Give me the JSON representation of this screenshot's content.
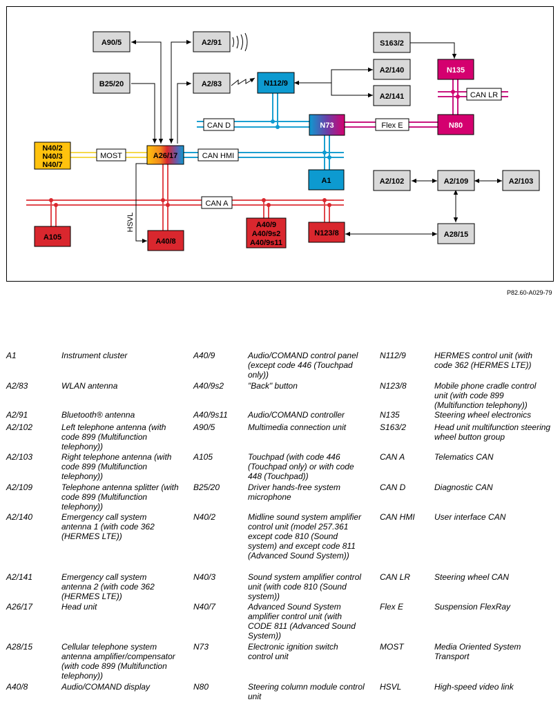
{
  "diagram": {
    "reference": "P82.60-A029-79",
    "modules": {
      "a90_5": "A90/5",
      "a2_91": "A2/91",
      "b25_20": "B25/20",
      "a2_83": "A2/83",
      "n112_9": "N112/9",
      "a2_140": "A2/140",
      "a2_141": "A2/141",
      "s163_2": "S163/2",
      "n135": "N135",
      "n73": "N73",
      "n80": "N80",
      "n40_2": "N40/2",
      "n40_3": "N40/3",
      "n40_7": "N40/7",
      "a26_17": "A26/17",
      "a1": "A1",
      "a2_102": "A2/102",
      "a2_109": "A2/109",
      "a2_103": "A2/103",
      "a105": "A105",
      "a40_8": "A40/8",
      "a40_9": "A40/9",
      "a40_9s2": "A40/9s2",
      "a40_9s11": "A40/9s11",
      "n123_8": "N123/8",
      "a28_15": "A28/15"
    },
    "bus_labels": {
      "can_lr": "CAN LR",
      "can_d": "CAN D",
      "flex_e": "Flex E",
      "most": "MOST",
      "can_hmi": "CAN HMI",
      "can_a": "CAN A",
      "hsvl": "HSVL"
    },
    "colors": {
      "gray": "#d9d9d9",
      "red": "#d9272e",
      "magenta": "#d4006f",
      "blue": "#0d9ad0",
      "yellow": "#ffc20e",
      "can_d_line": "#1a9fd0",
      "flex_line": "#c8157f",
      "most_line": "#f5d94a",
      "can_a_line": "#e0474c"
    }
  },
  "legend": [
    {
      "code": "A1",
      "desc": "Instrument cluster"
    },
    {
      "code": "A2/83",
      "desc": "WLAN antenna"
    },
    {
      "code": "A2/91",
      "desc": "Bluetooth® antenna"
    },
    {
      "code": "A2/102",
      "desc": "Left telephone antenna (with code 899 (Multifunction telephony))"
    },
    {
      "code": "A2/103",
      "desc": "Right telephone antenna (with code 899 (Multifunction telephony))"
    },
    {
      "code": "A2/109",
      "desc": "Telephone antenna splitter (with code 899 (Multifunction telephony))"
    },
    {
      "code": "A2/140",
      "desc": "Emergency call system antenna 1 (with code 362 (HERMES LTE))"
    },
    {
      "code": "A2/141",
      "desc": "Emergency call system antenna 2 (with code 362 (HERMES LTE))"
    },
    {
      "code": "A26/17",
      "desc": "Head unit"
    },
    {
      "code": "A28/15",
      "desc": "Cellular telephone system antenna amplifier/compensator (with code 899 (Multifunction telephony))"
    },
    {
      "code": "A40/8",
      "desc": "Audio/COMAND display"
    },
    {
      "code": "A40/9",
      "desc": "Audio/COMAND control panel (except code 446 (Touchpad only))"
    },
    {
      "code": "A40/9s2",
      "desc": "\"Back\" button"
    },
    {
      "code": "A40/9s11",
      "desc": "Audio/COMAND controller"
    },
    {
      "code": "A90/5",
      "desc": "Multimedia connection unit"
    },
    {
      "code": "A105",
      "desc": "Touchpad (with code 446 (Touchpad only) or with code 448 (Touchpad))"
    },
    {
      "code": "B25/20",
      "desc": "Driver hands-free system microphone"
    },
    {
      "code": "N40/2",
      "desc": "Midline sound system amplifier control unit (model 257.361 except code 810 (Sound system) and except code 811 (Advanced Sound System))"
    },
    {
      "code": "N40/3",
      "desc": "Sound system amplifier control unit (with code 810 (Sound system))"
    },
    {
      "code": "N40/7",
      "desc": "Advanced Sound System amplifier control unit (with CODE 811 (Advanced Sound System))"
    },
    {
      "code": "N73",
      "desc": "Electronic ignition switch control unit"
    },
    {
      "code": "N80",
      "desc": "Steering column module control unit"
    },
    {
      "code": "N112/9",
      "desc": "HERMES control unit (with code 362 (HERMES LTE))"
    },
    {
      "code": "N123/8",
      "desc": "Mobile phone cradle control unit (with code 899 (Multifunction telephony))"
    },
    {
      "code": "N135",
      "desc": "Steering wheel electronics"
    },
    {
      "code": "S163/2",
      "desc": "Head unit multifunction steering wheel button group"
    },
    {
      "code": "CAN A",
      "desc": "Telematics CAN"
    },
    {
      "code": "CAN D",
      "desc": "Diagnostic CAN"
    },
    {
      "code": "CAN HMI",
      "desc": "User interface CAN"
    },
    {
      "code": "CAN LR",
      "desc": "Steering wheel CAN"
    },
    {
      "code": "Flex E",
      "desc": "Suspension FlexRay"
    },
    {
      "code": "MOST",
      "desc": "Media Oriented System Transport"
    },
    {
      "code": "HSVL",
      "desc": "High-speed video link"
    }
  ]
}
